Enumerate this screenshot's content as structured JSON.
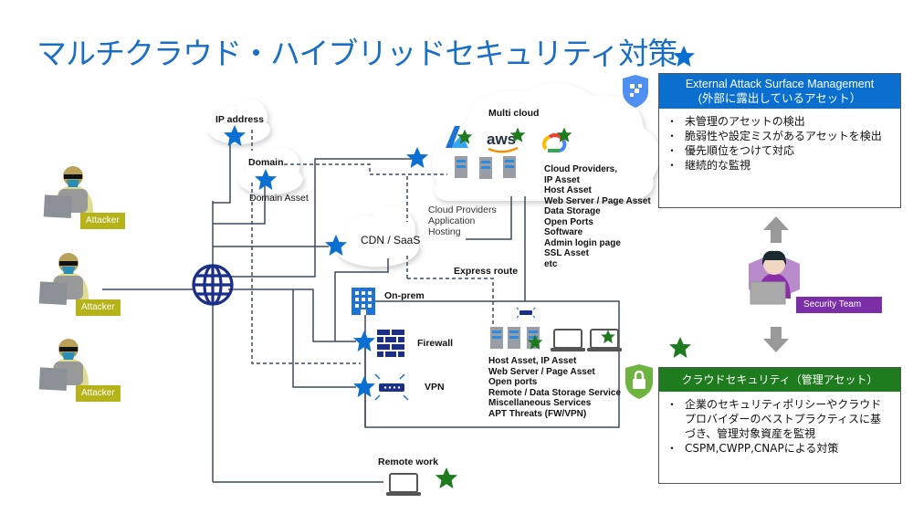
{
  "title": "マルチクラウド・ハイブリッドセキュリティ対策",
  "colors": {
    "title": "#1a6fc4",
    "easm_header": "#0a6fcf",
    "cloud_security_header": "#1e7b1e",
    "star_blue": "#0a6fd2",
    "star_green": "#1d7a1d",
    "attacker_tag": "#b5b21a",
    "security_team_tag": "#7b2fa6",
    "line": "#3d4a60",
    "globe": "#1a2f8a"
  },
  "attackers": [
    {
      "label": "Attacker"
    },
    {
      "label": "Attacker"
    },
    {
      "label": "Attacker"
    }
  ],
  "network": {
    "globe_icon": "globe-icon",
    "ip_address": "IP address",
    "domain": "Domain",
    "domain_asset": "Domain Asset",
    "cdn_saas": "CDN / SaaS",
    "multi_cloud": "Multi cloud",
    "cloud_providers_app": [
      "Cloud Providers",
      "Application",
      "Hosting"
    ],
    "cloud_assets": [
      "Cloud Providers,",
      "IP Asset",
      "Host Asset",
      "Web Server / Page Asset",
      "Data Storage",
      "Open Ports",
      "Software",
      "Admin  login page",
      "SSL Asset",
      "etc"
    ],
    "express_route": "Express route",
    "on_prem": "On-prem",
    "firewall": "Firewall",
    "vpn": "VPN",
    "onprem_assets": [
      "Host Asset, IP Asset",
      "Web Server / Page Asset",
      "Open ports",
      "Remote / Data Storage Service",
      "Miscellaneous Services",
      "APT Threats (FW/VPN)"
    ],
    "remote_work": "Remote work",
    "cloud_logos": [
      "azure-logo",
      "aws-logo",
      "google-cloud-logo"
    ],
    "aws_text": "aws"
  },
  "easm": {
    "header_line1": "External Attack Surface Management",
    "header_line2": "(外部に露出しているアセット）",
    "items": [
      "未管理のアセットの検出",
      "脆弱性や設定ミスがあるアセットを検出",
      "優先順位をつけて対応",
      "継続的な監視"
    ]
  },
  "security_team": {
    "label": "Security Team"
  },
  "cloud_security": {
    "header": "クラウドセキュリティ（管理アセット）",
    "items": [
      "企業のセキュリティポリシーやクラウドプロバイダーのベストプラクティスに基づき、管理対象資産を監視",
      "CSPM,CWPP,CNAPによる対策"
    ]
  }
}
